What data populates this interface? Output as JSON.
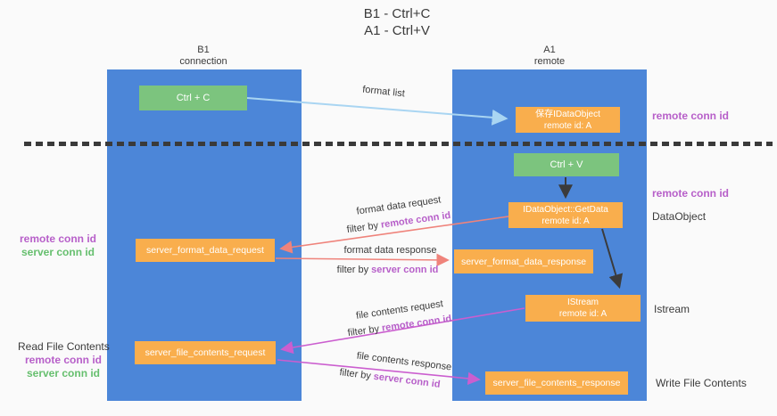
{
  "title": {
    "line1": "B1 - Ctrl+C",
    "line2": "A1 - Ctrl+V"
  },
  "lifelines": {
    "left": {
      "name": "B1",
      "role": "connection"
    },
    "right": {
      "name": "A1",
      "role": "remote"
    }
  },
  "nodes": {
    "ctrl_c": "Ctrl + C",
    "ctrl_v": "Ctrl + V",
    "save_dataobject_line1": "保存IDataObject",
    "save_dataobject_line2": "remote id: A",
    "getdata_line1": "IDataObject::GetData",
    "getdata_line2": "remote id: A",
    "istream_line1": "IStream",
    "istream_line2": "remote id: A",
    "server_format_data_request": "server_format_data_request",
    "server_format_data_response": "server_format_data_response",
    "server_file_contents_request": "server_file_contents_request",
    "server_file_contents_response": "server_file_contents_response"
  },
  "messages": {
    "format_list": "format list",
    "format_data_request": "format data request",
    "format_data_response": "format data response",
    "file_contents_request": "file contents request",
    "file_contents_response": "file contents response",
    "filter_by": "filter by "
  },
  "labels": {
    "remote_conn_id": "remote conn id",
    "server_conn_id": "server conn id",
    "dataobject": "DataObject",
    "istream": "Istream",
    "read_file_contents": "Read File Contents",
    "write_file_contents": "Write File Contents"
  },
  "colors": {
    "lifeline_blue": "#4c86d8",
    "node_orange": "#f9ae4d",
    "node_green": "#7cc47e",
    "arrow_salmon": "#ef837b",
    "arrow_magenta": "#cb5ecf",
    "arrow_lightblue": "#a9d5f2",
    "arrow_black": "#3b3b3b",
    "label_purple": "#b75fc9",
    "label_green": "#66bf6e"
  }
}
